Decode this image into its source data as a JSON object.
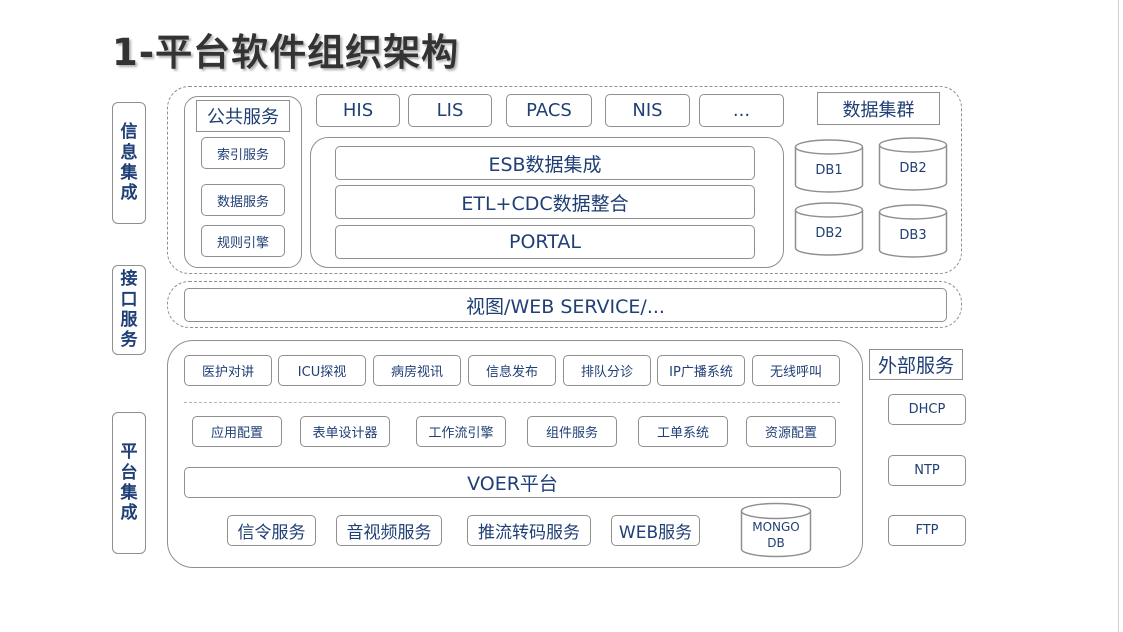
{
  "title": "1-平台软件组织架构",
  "side_labels": {
    "info_integration": [
      "信",
      "息",
      "集",
      "成"
    ],
    "interface": [
      "接",
      "口",
      "服",
      "务"
    ],
    "platform_integration": [
      "平",
      "台",
      "集",
      "成"
    ]
  },
  "public_services": {
    "header": "公共服务",
    "items": [
      "索引服务",
      "数据服务",
      "规则引擎"
    ]
  },
  "systems": [
    "HIS",
    "LIS",
    "PACS",
    "NIS",
    "..."
  ],
  "integration_layers": [
    "ESB数据集成",
    "ETL+CDC数据整合",
    "PORTAL"
  ],
  "data_cluster": {
    "header": "数据集群",
    "dbs": [
      "DB1",
      "DB2",
      "DB2",
      "DB3"
    ]
  },
  "interface_bar": "视图/WEB SERVICE/...",
  "platform": {
    "apps_row1": [
      "医护对讲",
      "ICU探视",
      "病房视讯",
      "信息发布",
      "排队分诊",
      "IP广播系统",
      "无线呼叫"
    ],
    "apps_row2": [
      "应用配置",
      "表单设计器",
      "工作流引擎",
      "组件服务",
      "工单系统",
      "资源配置"
    ],
    "core": "VOER平台",
    "services_row": [
      "信令服务",
      "音视频服务",
      "推流转码服务",
      "WEB服务"
    ],
    "mongo": [
      "MONGO",
      "DB"
    ]
  },
  "external_services": {
    "header": "外部服务",
    "items": [
      "DHCP",
      "NTP",
      "FTP"
    ]
  },
  "colors": {
    "text": "#1f3f75",
    "border": "#8f8f8f",
    "title": "#333333"
  }
}
